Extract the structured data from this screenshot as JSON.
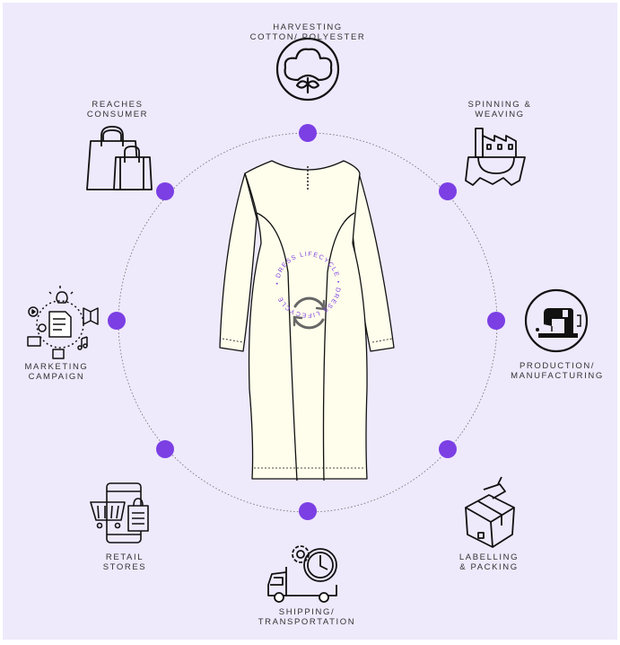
{
  "center": {
    "ring_text": "• DRESS LIFECYCLE • DRESS LIFECYCLE",
    "accent_color": "#7b3fe4",
    "dress_fill": "#fffdeb"
  },
  "stages": [
    {
      "id": "harvesting",
      "lines": [
        "HARVESTING",
        "COTTON/ POLYESTER"
      ],
      "icon": "cotton-plant-icon"
    },
    {
      "id": "spinning",
      "lines": [
        "SPINNING &",
        "WEAVING"
      ],
      "icon": "factory-gear-icon"
    },
    {
      "id": "production",
      "lines": [
        "PRODUCTION/",
        "MANUFACTURING"
      ],
      "icon": "sewing-machine-icon"
    },
    {
      "id": "labelling",
      "lines": [
        "LABELLING",
        "& PACKING"
      ],
      "icon": "box-tape-icon"
    },
    {
      "id": "shipping",
      "lines": [
        "SHIPPING/",
        "TRANSPORTATION"
      ],
      "icon": "delivery-truck-clock-icon"
    },
    {
      "id": "retail",
      "lines": [
        "RETAIL",
        "STORES"
      ],
      "icon": "phone-cart-icon"
    },
    {
      "id": "marketing",
      "lines": [
        "MARKETING",
        "CAMPAIGN"
      ],
      "icon": "marketing-collage-icon"
    },
    {
      "id": "consumer",
      "lines": [
        "REACHES",
        "CONSUMER"
      ],
      "icon": "shopping-bags-icon"
    }
  ]
}
